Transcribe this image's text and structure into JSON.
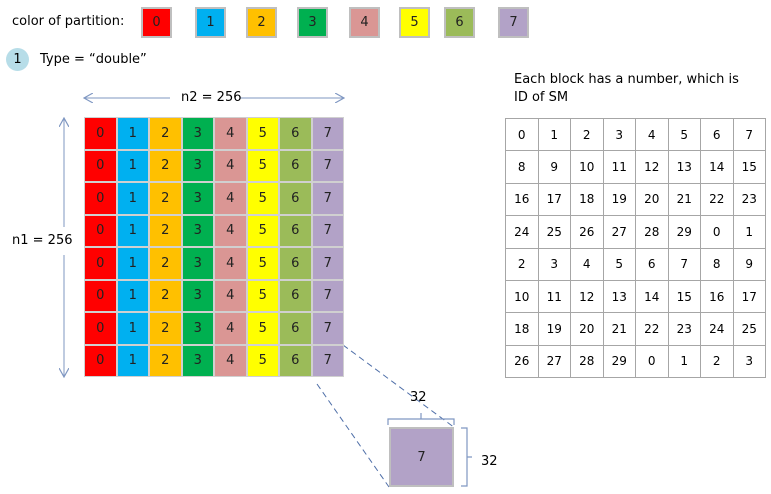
{
  "legend": {
    "label": "color of partition:",
    "items": [
      "0",
      "1",
      "2",
      "3",
      "4",
      "5",
      "6",
      "7"
    ]
  },
  "colors": [
    "#ff0000",
    "#00b0f0",
    "#ffc000",
    "#00b050",
    "#da9694",
    "#ffff00",
    "#9bbb59",
    "#b2a2c7"
  ],
  "step": {
    "number": "1",
    "text": "Type = “double”"
  },
  "matrix": {
    "n2_label": "n2 = 256",
    "n1_label": "n1 = 256",
    "rows": 8,
    "cols": 8
  },
  "zoom_block": {
    "value": "7",
    "width_label": "32",
    "height_label": "32"
  },
  "sm_table": {
    "caption_line1": "Each block has a number, which is",
    "caption_line2": "ID of SM",
    "rows": [
      [
        "0",
        "1",
        "2",
        "3",
        "4",
        "5",
        "6",
        "7"
      ],
      [
        "8",
        "9",
        "10",
        "11",
        "12",
        "13",
        "14",
        "15"
      ],
      [
        "16",
        "17",
        "18",
        "19",
        "20",
        "21",
        "22",
        "23"
      ],
      [
        "24",
        "25",
        "26",
        "27",
        "28",
        "29",
        "0",
        "1"
      ],
      [
        "2",
        "3",
        "4",
        "5",
        "6",
        "7",
        "8",
        "9"
      ],
      [
        "10",
        "11",
        "12",
        "13",
        "14",
        "15",
        "16",
        "17"
      ],
      [
        "18",
        "19",
        "20",
        "21",
        "22",
        "23",
        "24",
        "25"
      ],
      [
        "26",
        "27",
        "28",
        "29",
        "0",
        "1",
        "2",
        "3"
      ]
    ]
  }
}
